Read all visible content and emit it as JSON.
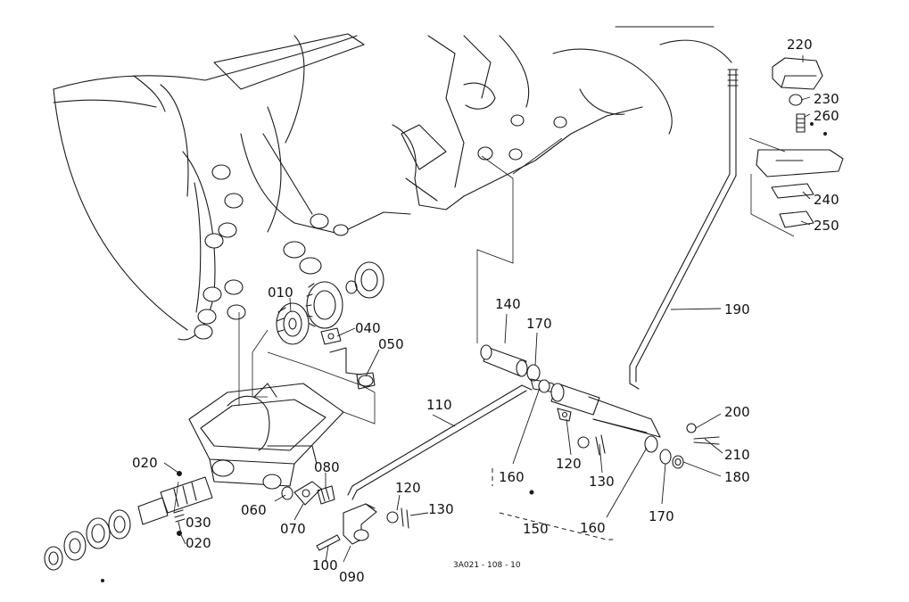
{
  "drawing_code": "3A021 - 108 - 10",
  "parts": [
    {
      "ref": "010"
    },
    {
      "ref": "020"
    },
    {
      "ref": "020"
    },
    {
      "ref": "030"
    },
    {
      "ref": "040"
    },
    {
      "ref": "050"
    },
    {
      "ref": "060"
    },
    {
      "ref": "070"
    },
    {
      "ref": "080"
    },
    {
      "ref": "090"
    },
    {
      "ref": "100"
    },
    {
      "ref": "110"
    },
    {
      "ref": "120"
    },
    {
      "ref": "120"
    },
    {
      "ref": "130"
    },
    {
      "ref": "130"
    },
    {
      "ref": "140"
    },
    {
      "ref": "150"
    },
    {
      "ref": "160"
    },
    {
      "ref": "160"
    },
    {
      "ref": "170"
    },
    {
      "ref": "170"
    },
    {
      "ref": "180"
    },
    {
      "ref": "190"
    },
    {
      "ref": "200"
    },
    {
      "ref": "210"
    },
    {
      "ref": "220"
    },
    {
      "ref": "230"
    },
    {
      "ref": "240"
    },
    {
      "ref": "250"
    },
    {
      "ref": "260"
    }
  ]
}
